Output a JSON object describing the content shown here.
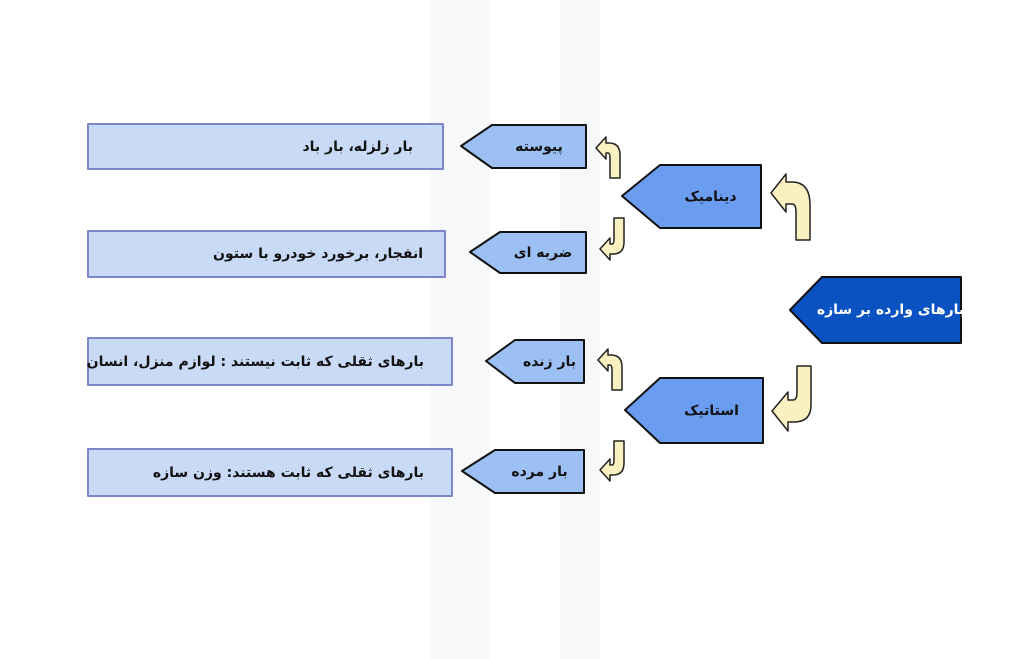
{
  "diagram": {
    "root": {
      "label": "بارهای وارده بر سازه"
    },
    "categories": [
      {
        "id": "dynamic",
        "label": "دینامیک"
      },
      {
        "id": "static",
        "label": "استاتیک"
      }
    ],
    "subtypes": [
      {
        "id": "continuous",
        "label": "پیوسته",
        "parent": "dynamic"
      },
      {
        "id": "impact",
        "label": "ضربه ای",
        "parent": "dynamic"
      },
      {
        "id": "live",
        "label": "بار زنده",
        "parent": "static"
      },
      {
        "id": "dead",
        "label": "بار مرده",
        "parent": "static"
      }
    ],
    "examples": [
      {
        "id": "continuous-example",
        "label": "بار زلزله، بار باد"
      },
      {
        "id": "impact-example",
        "label": "انفجار، برخورد خودرو با ستون"
      },
      {
        "id": "live-example",
        "label": "بارهای ثقلی که ثابت نیستند : لوازم منزل، انسان"
      },
      {
        "id": "dead-example",
        "label": "بارهای ثقلی که ثابت هستند: وزن سازه"
      }
    ],
    "colors": {
      "root_fill": "#0a52c2",
      "category_fill": "#6a9cf0",
      "subtype_fill": "#9cc0f4",
      "example_fill": "#c8daf6",
      "example_border": "#7d86c8",
      "outline": "#111111",
      "arrow_fill": "#fbf0c0",
      "arrow_stroke": "#222222"
    }
  }
}
